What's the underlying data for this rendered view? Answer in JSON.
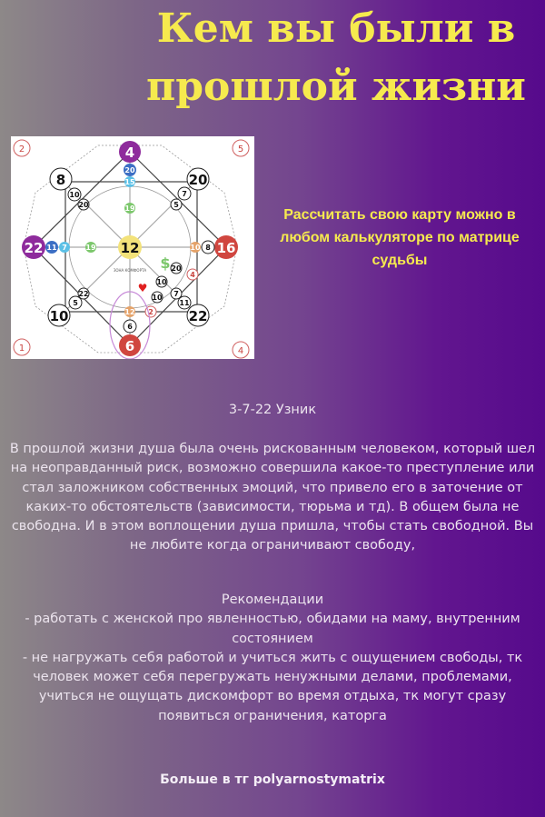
{
  "title": {
    "line1": "Кем вы были в",
    "line2": "прошлой жизни"
  },
  "side_note": "Рассчитать свою карту можно в любом калькуляторе по матрице судьбы",
  "matrix": {
    "corners": [
      "2",
      "5",
      "1",
      "4"
    ],
    "top": "4",
    "top2": "20",
    "top3": "15",
    "left": "22",
    "left2": "11",
    "left3": "7",
    "right": "16",
    "right2": "8",
    "right3": "10",
    "bottom": "6",
    "bottom2": "6",
    "bottom3": "12",
    "center": "12",
    "inner_top": "19",
    "inner_left": "19",
    "tl": "8",
    "tl2": "10",
    "tl3": "20",
    "tr": "20",
    "tr2": "7",
    "tr3": "5",
    "bl": "10",
    "bl2": "5",
    "bl3": "22",
    "br": "22",
    "br2": "11",
    "br3": "7",
    "extra1": "20",
    "extra2": "10",
    "extra3": "10",
    "extra4": "4",
    "extra5": "2",
    "comfort_zone": "ЗОНА КОМФОРТА",
    "colors": {
      "purple": "#8e2b9c",
      "red": "#d0463f",
      "blue": "#3c6fc4",
      "cyan": "#5bc0e6",
      "green": "#7cc76c",
      "yellow": "#f3e27a",
      "orange": "#e5a36a"
    }
  },
  "code_title": "3-7-22 Узник",
  "paragraph": "В прошлой жизни душа была очень рискованным человеком, который шел на неоправданный риск, возможно совершила какое-то преступление или стал заложником собственных эмоций, что привело его в заточение от каких-то обстоятельств (зависимости, тюрьма и тд). В общем была не свободна. И в этом воплощении душа пришла, чтобы стать свободной. Вы не любите когда ограничивают  свободу,",
  "recommendations": {
    "heading": "Рекомендации",
    "items": [
      "- работать с женской про явленностью, обидами на маму, внутренним состоянием",
      "- не нагружать себя работой и учиться жить с ощущением свободы, тк человек может себя перегружать ненужными делами, проблемами, учиться не ощущать дискомфорт во время отдыха, тк могут сразу появиться ограничения, каторга"
    ]
  },
  "footer": "Больше в тг polyarnostymatrix"
}
